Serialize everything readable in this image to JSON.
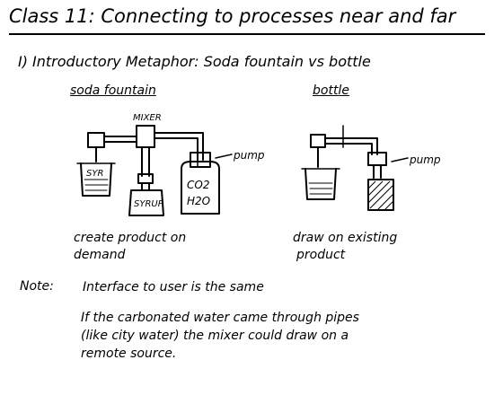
{
  "header": {
    "title": "Class 11: Connecting to processes near and far",
    "section": "I) Introductory Metaphor: Soda fountain vs bottle"
  },
  "diagram_left": {
    "heading": "soda fountain",
    "mixer_label": "MIXER",
    "pump_label": "pump",
    "cup_label": "SYR",
    "syrup_label": "SYRUP",
    "tank_label_line1": "CO2",
    "tank_label_line2": "H2O",
    "caption_line1": "create product on",
    "caption_line2": "demand"
  },
  "diagram_right": {
    "heading": "bottle",
    "pump_label": "pump",
    "caption_line1": "draw on existing",
    "caption_line2": "product"
  },
  "notes": {
    "label": "Note:",
    "line1": "Interface to user is the same",
    "para_line1": "If the carbonated water came through pipes",
    "para_line2": "(like city water) the mixer could draw on a",
    "para_line3": "remote source."
  }
}
